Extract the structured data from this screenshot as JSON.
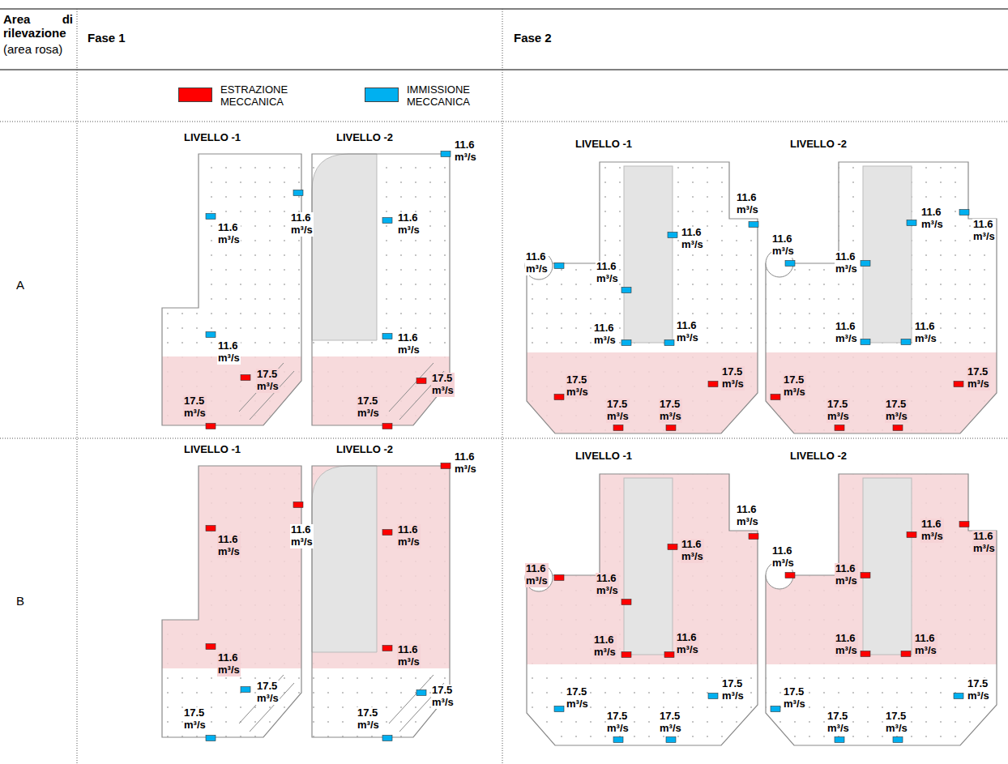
{
  "diagram": {
    "labels": [
      "Area di rilevazione",
      "(area rosa)",
      "Fase 1",
      "Fase 2",
      "A",
      "LIVELLO -1",
      "11.6 m³/s",
      "11.6 m³/s",
      "11.6 m³/s",
      "17.5 m³/s",
      "17.5 m³/s",
      "LIVELLO -2",
      "11.6 m³/s",
      "11.6 m³/s",
      "11.6 m³/s",
      "17.5 m³/s",
      "17.5 m³/s",
      "LIVELLO -1",
      "11.6 m³/s",
      "11.6 m³/s",
      "11.6 m³/s",
      "11.6 m³/s",
      "11.6 m³/s",
      "11.6 m³/s",
      "17.5 m³/s",
      "17.5 m³/s",
      "17.5 m³/s",
      "17.5 m³/s",
      "LIVELLO -2",
      "11.6 m³/s",
      "11.6 m³/s",
      "11.6 m³/s",
      "11.6 m³/s",
      "11.6 m³/s",
      "11.6 m³/s",
      "17.5 m³/s",
      "17.5 m³/s",
      "17.5 m³/s",
      "17.5 m³/s",
      "B",
      "LIVELLO -1",
      "11.6 m³/s",
      "11.6 m³/s",
      "11.6 m³/s",
      "17.5 m³/s",
      "17.5 m³/s",
      "LIVELLO -2",
      "11.6 m³/s",
      "11.6 m³/s",
      "11.6 m³/s",
      "17.5 m³/s",
      "17.5 m³/s",
      "LIVELLO -1",
      "11.6 m³/s",
      "11.6 m³/s",
      "11.6 m³/s",
      "11.6 m³/s",
      "11.6 m³/s",
      "11.6 m³/s",
      "17.5 m³/s",
      "17.5 m³/s",
      "17.5 m³/s",
      "17.5 m³/s",
      "LIVELLO -2",
      "11.6 m³/s",
      "11.6 m³/s",
      "11.6 m³/s",
      "11.6 m³/s",
      "11.6 m³/s",
      "11.6 m³/s",
      "17.5 m³/s",
      "17.5 m³/s",
      "17.5 m³/s",
      "17.5 m³/s"
    ],
    "legend": [
      {
        "text": "ESTRAZIONE MECCANICA",
        "color": "#ff0000"
      },
      {
        "text": "IMMISSIONE MECCANICA",
        "color": "#00b0f0"
      }
    ]
  }
}
